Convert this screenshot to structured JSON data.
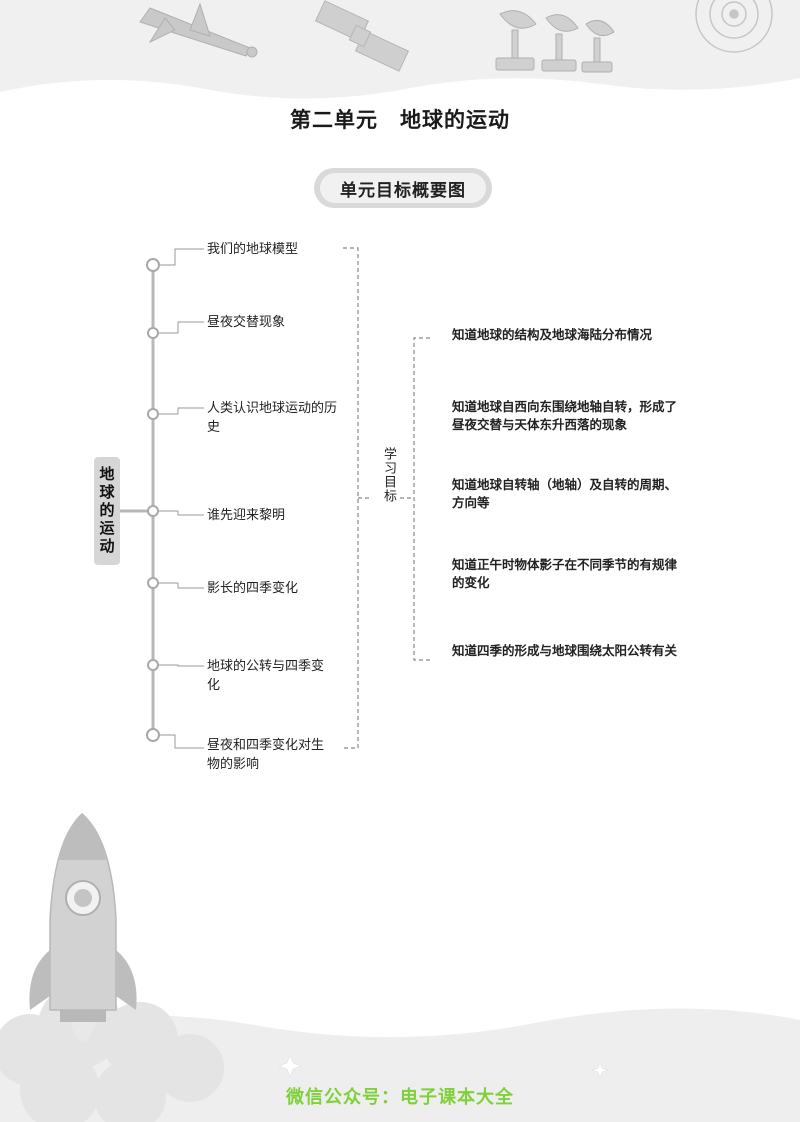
{
  "page": {
    "title": "第二单元　地球的运动",
    "section_title": "单元目标概要图"
  },
  "mindmap": {
    "root": "地球的运动",
    "topics": [
      "我们的地球模型",
      "昼夜交替现象",
      "人类认识地球运动的历史",
      "谁先迎来黎明",
      "影长的四季变化",
      "地球的公转与四季变化",
      "昼夜和四季变化对生物的影响"
    ],
    "goal_label": "学习目标",
    "goals": [
      "知道地球的结构及地球海陆分布情况",
      "知道地球自西向东围绕地轴自转，形成了昼夜交替与天体东升西落的现象",
      "知道地球自转轴（地轴）及自转的周期、方向等",
      "知道正午时物体影子在不同季节的有规律的变化",
      "知道四季的形成与地球围绕太阳公转有关"
    ]
  },
  "footer": {
    "text": "微信公众号：电子课本大全"
  }
}
